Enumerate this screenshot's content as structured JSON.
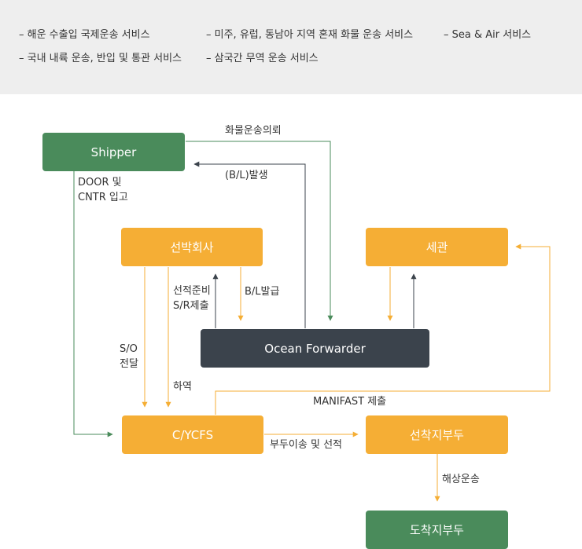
{
  "services": [
    "– 해운 수출입 국제운송 서비스",
    "– 미주, 유럽, 동남아 지역 혼재 화물 운송 서비스",
    "– Sea & Air 서비스",
    "– 국내 내륙 운송, 반입 및 통관 서비스",
    "– 삼국간 무역 운송 서비스"
  ],
  "nodes": {
    "shipper": "Shipper",
    "shipping_line": "선박회사",
    "customs": "세관",
    "ocean_forwarder": "Ocean Forwarder",
    "cy_cfs": "C/YCFS",
    "departure_port": "선착지부두",
    "arrival_port": "도착지부두"
  },
  "labels": {
    "cargo_request": "화물운송의뢰",
    "bl_issue_shipper": "(B/L)발생",
    "door_cntr_line1": "DOOR 및",
    "door_cntr_line2": "CNTR 입고",
    "loading_prep_line1": "선적준비",
    "loading_prep_line2": "S/R제출",
    "bl_issue_line": "B/L발급",
    "so_line1": "S/O",
    "so_line2": "전달",
    "unloading": "하역",
    "manifest": "MANIFAST 제출",
    "wharfage": "부두이송 및 선적",
    "sea_transport": "해상운송"
  },
  "colors": {
    "green": "#4a8b5b",
    "orange": "#f5ae35",
    "dark": "#3b434c",
    "services_bg": "#eeeeee"
  }
}
